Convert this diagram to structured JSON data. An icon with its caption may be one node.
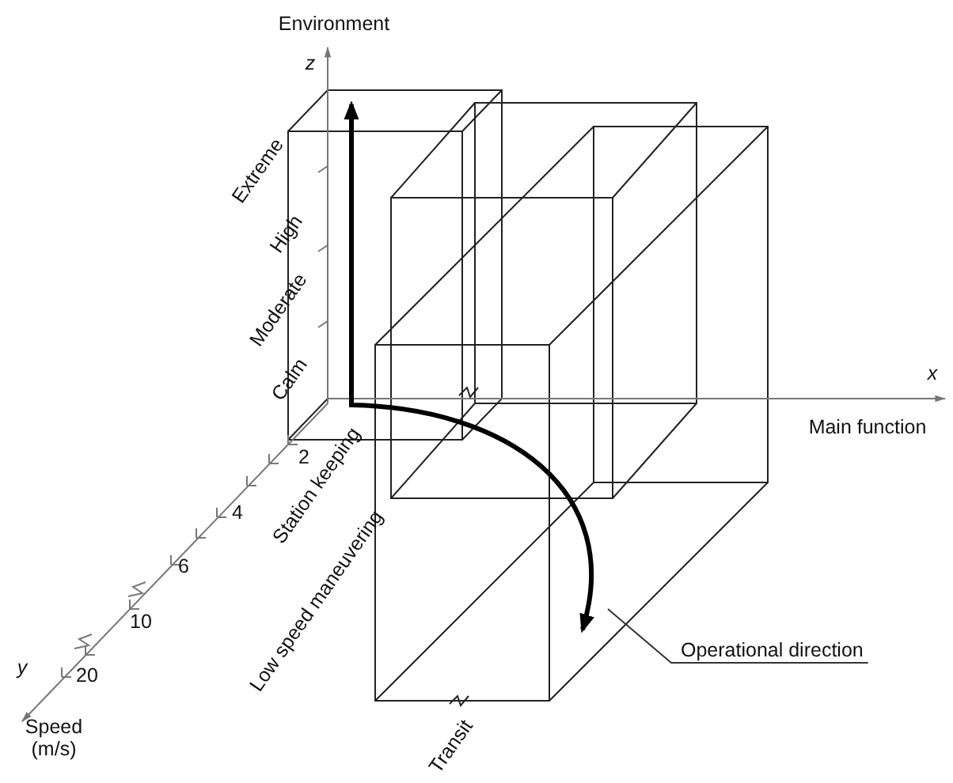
{
  "diagram": {
    "nodes": [
      {
        "text": [
          "Operational direction"
        ]
      },
      {
        "text": [],
        "shape": "arrow"
      }
    ],
    "edges": [
      {
        "from": 0,
        "to": 1,
        "arrow": "none"
      }
    ],
    "labels": [
      "Environment",
      "z",
      "Extreme",
      "High",
      "Moderate",
      "Calm",
      "x",
      "Main function",
      "2",
      "Station keeping",
      "4",
      "6",
      "10",
      "Low speed maneuvering",
      "y",
      "20",
      "Speed (m/s)",
      "Transit"
    ]
  }
}
